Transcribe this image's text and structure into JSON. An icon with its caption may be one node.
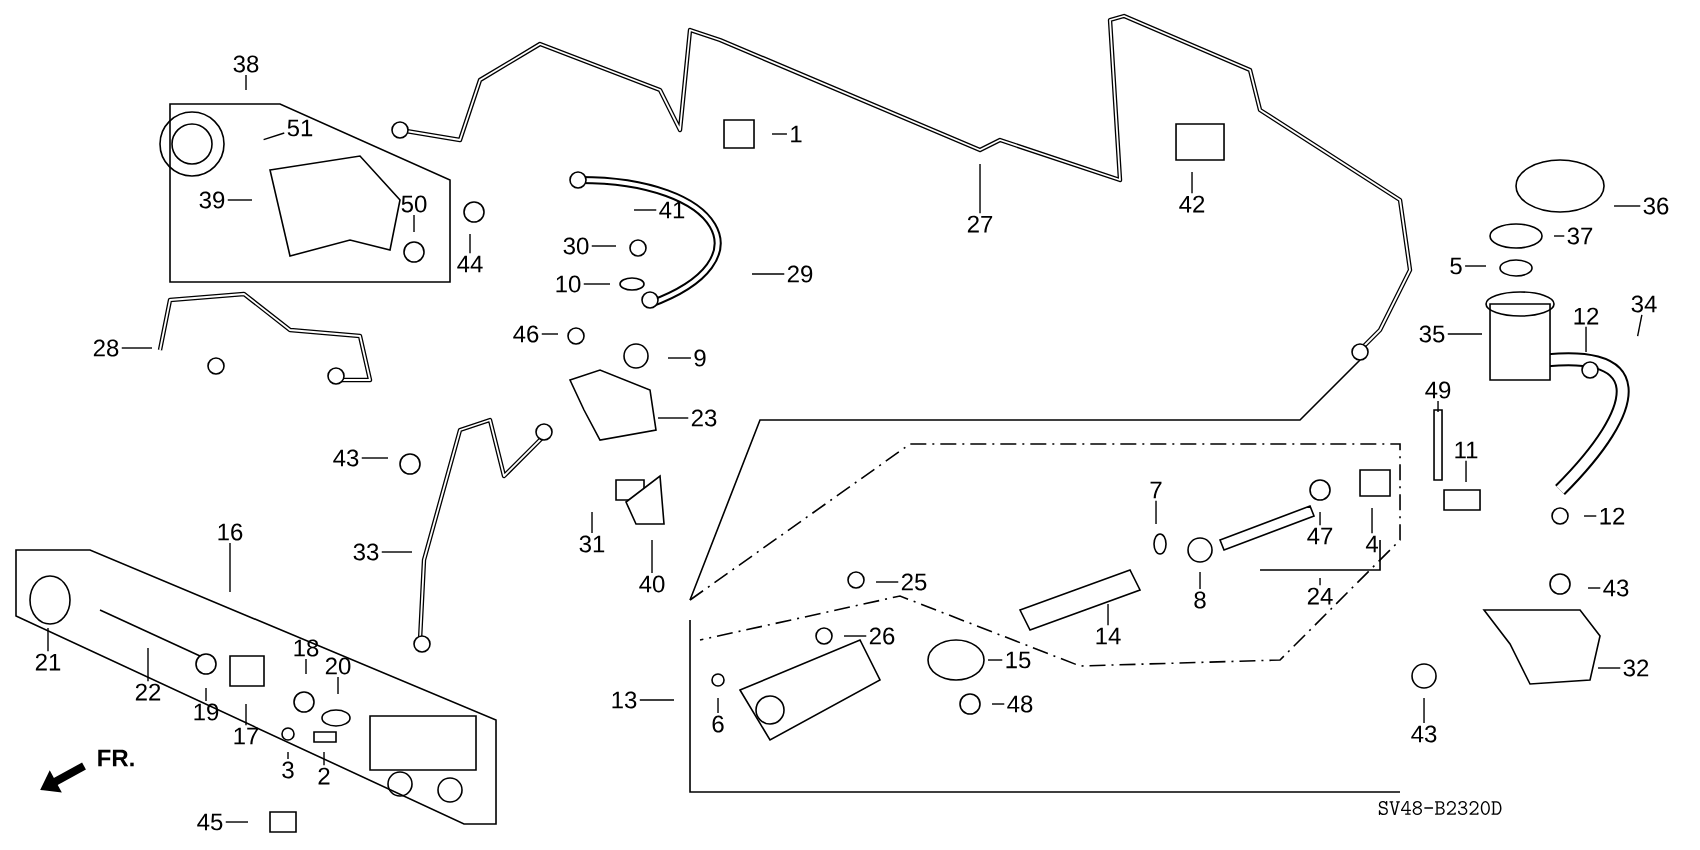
{
  "diagram": {
    "nodes": [
      {
        "text": [
          "38"
        ]
      },
      {
        "text": [
          "1"
        ]
      },
      {
        "text": [
          "51"
        ]
      },
      {
        "text": [
          "42"
        ]
      },
      {
        "text": [
          "36"
        ]
      },
      {
        "text": [
          "39"
        ]
      },
      {
        "text": [
          "41"
        ]
      },
      {
        "text": [
          "27"
        ]
      },
      {
        "text": [
          "50"
        ]
      },
      {
        "text": [
          "37"
        ]
      },
      {
        "text": [
          "30"
        ]
      },
      {
        "text": [
          "44"
        ]
      },
      {
        "text": [
          "5"
        ]
      },
      {
        "text": [
          "29"
        ]
      },
      {
        "text": [
          "10"
        ]
      },
      {
        "text": [
          "34"
        ]
      },
      {
        "text": [
          "12"
        ]
      },
      {
        "text": [
          "46"
        ]
      },
      {
        "text": [
          "35"
        ]
      },
      {
        "text": [
          "28"
        ]
      },
      {
        "text": [
          "9"
        ]
      },
      {
        "text": [
          "49"
        ]
      },
      {
        "text": [
          "23"
        ]
      },
      {
        "text": [
          "11"
        ]
      },
      {
        "text": [
          "43"
        ]
      },
      {
        "text": [
          "12"
        ]
      },
      {
        "text": [
          "4"
        ]
      },
      {
        "text": [
          "16"
        ]
      },
      {
        "text": [
          "47"
        ]
      },
      {
        "text": [
          "7"
        ]
      },
      {
        "text": [
          "33"
        ]
      },
      {
        "text": [
          "31"
        ]
      },
      {
        "text": [
          "40"
        ]
      },
      {
        "text": [
          "25"
        ]
      },
      {
        "text": [
          "43"
        ]
      },
      {
        "text": [
          "24"
        ]
      },
      {
        "text": [
          "8"
        ]
      },
      {
        "text": [
          "14"
        ]
      },
      {
        "text": [
          "26"
        ]
      },
      {
        "text": [
          "18"
        ]
      },
      {
        "text": [
          "15"
        ]
      },
      {
        "text": [
          "21"
        ]
      },
      {
        "text": [
          "32"
        ]
      },
      {
        "text": [
          "20"
        ]
      },
      {
        "text": [
          "22"
        ]
      },
      {
        "text": [
          "13"
        ]
      },
      {
        "text": [
          "48"
        ]
      },
      {
        "text": [
          "19"
        ]
      },
      {
        "text": [
          "6"
        ]
      },
      {
        "text": [
          "17"
        ]
      },
      {
        "text": [
          "43"
        ]
      },
      {
        "text": [
          "3"
        ]
      },
      {
        "text": [
          "2"
        ]
      },
      {
        "text": [
          "45"
        ]
      }
    ],
    "edges": [
      {
        "from": 0,
        "to": null,
        "arrow": "none"
      },
      {
        "from": 1,
        "to": null,
        "arrow": "none"
      },
      {
        "from": 2,
        "to": null,
        "arrow": "none"
      },
      {
        "from": 3,
        "to": null,
        "arrow": "none"
      },
      {
        "from": 4,
        "to": null,
        "arrow": "none"
      },
      {
        "from": 5,
        "to": null,
        "arrow": "none"
      },
      {
        "from": 6,
        "to": null,
        "arrow": "none"
      },
      {
        "from": 7,
        "to": null,
        "arrow": "none"
      },
      {
        "from": 8,
        "to": null,
        "arrow": "none"
      },
      {
        "from": 9,
        "to": null,
        "arrow": "none"
      },
      {
        "from": 10,
        "to": null,
        "arrow": "none"
      },
      {
        "from": 11,
        "to": null,
        "arrow": "none"
      },
      {
        "from": 12,
        "to": null,
        "arrow": "none"
      },
      {
        "from": 13,
        "to": null,
        "arrow": "none"
      },
      {
        "from": 14,
        "to": null,
        "arrow": "none"
      },
      {
        "from": 15,
        "to": null,
        "arrow": "none"
      },
      {
        "from": 16,
        "to": null,
        "arrow": "none"
      },
      {
        "from": 17,
        "to": null,
        "arrow": "none"
      },
      {
        "from": 18,
        "to": null,
        "arrow": "none"
      },
      {
        "from": 19,
        "to": null,
        "arrow": "none"
      },
      {
        "from": 20,
        "to": null,
        "arrow": "none"
      },
      {
        "from": 21,
        "to": null,
        "arrow": "none"
      },
      {
        "from": 22,
        "to": null,
        "arrow": "none"
      },
      {
        "from": 23,
        "to": null,
        "arrow": "none"
      },
      {
        "from": 24,
        "to": null,
        "arrow": "none"
      },
      {
        "from": 25,
        "to": null,
        "arrow": "none"
      },
      {
        "from": 26,
        "to": null,
        "arrow": "none"
      },
      {
        "from": 27,
        "to": null,
        "arrow": "none"
      },
      {
        "from": 28,
        "to": null,
        "arrow": "none"
      },
      {
        "from": 29,
        "to": null,
        "arrow": "none"
      },
      {
        "from": 30,
        "to": null,
        "arrow": "none"
      },
      {
        "from": 31,
        "to": null,
        "arrow": "none"
      },
      {
        "from": 32,
        "to": null,
        "arrow": "none"
      },
      {
        "from": 33,
        "to": null,
        "arrow": "none"
      },
      {
        "from": 34,
        "to": null,
        "arrow": "none"
      },
      {
        "from": 35,
        "to": null,
        "arrow": "none"
      },
      {
        "from": 36,
        "to": null,
        "arrow": "none"
      },
      {
        "from": 37,
        "to": null,
        "arrow": "none"
      },
      {
        "from": 38,
        "to": null,
        "arrow": "none"
      },
      {
        "from": 39,
        "to": null,
        "arrow": "none"
      },
      {
        "from": 40,
        "to": null,
        "arrow": "none"
      },
      {
        "from": 41,
        "to": null,
        "arrow": "none"
      },
      {
        "from": 42,
        "to": null,
        "arrow": "none"
      },
      {
        "from": 43,
        "to": null,
        "arrow": "none"
      },
      {
        "from": 44,
        "to": null,
        "arrow": "none"
      },
      {
        "from": 45,
        "to": null,
        "arrow": "none"
      },
      {
        "from": 46,
        "to": null,
        "arrow": "none"
      },
      {
        "from": 47,
        "to": null,
        "arrow": "none"
      },
      {
        "from": 48,
        "to": null,
        "arrow": "none"
      },
      {
        "from": 49,
        "to": null,
        "arrow": "none"
      },
      {
        "from": 50,
        "to": null,
        "arrow": "none"
      },
      {
        "from": 51,
        "to": null,
        "arrow": "none"
      },
      {
        "from": 52,
        "to": null,
        "arrow": "none"
      },
      {
        "from": 53,
        "to": null,
        "arrow": "none"
      }
    ],
    "labels": [
      "FR.",
      "SV48-B2320D"
    ]
  }
}
